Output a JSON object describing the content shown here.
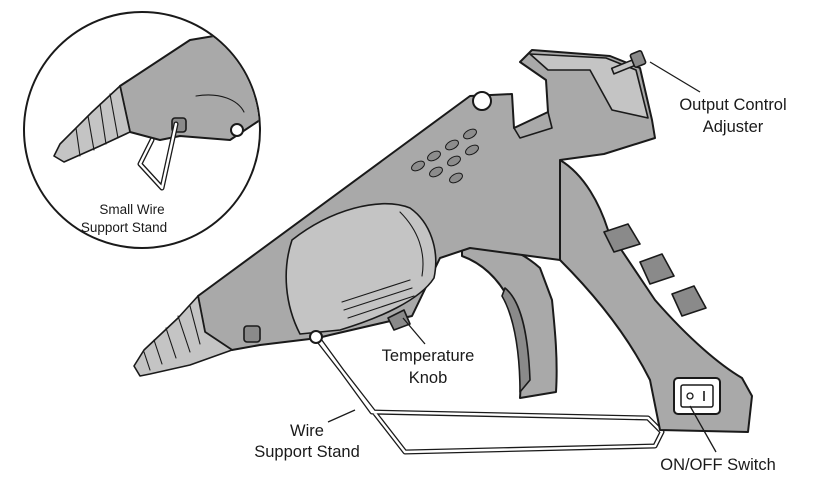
{
  "labels": {
    "output_control_line1": "Output Control",
    "output_control_line2": "Adjuster",
    "temperature_line1": "Temperature",
    "temperature_line2": "Knob",
    "wire_stand_line1": "Wire",
    "wire_stand_line2": "Support Stand",
    "onoff_switch": "ON/OFF Switch",
    "small_wire_line1": "Small Wire",
    "small_wire_line2": "Support Stand"
  },
  "colors": {
    "body": "#a9a9a9",
    "outline": "#1a1a1a",
    "background": "#ffffff"
  }
}
